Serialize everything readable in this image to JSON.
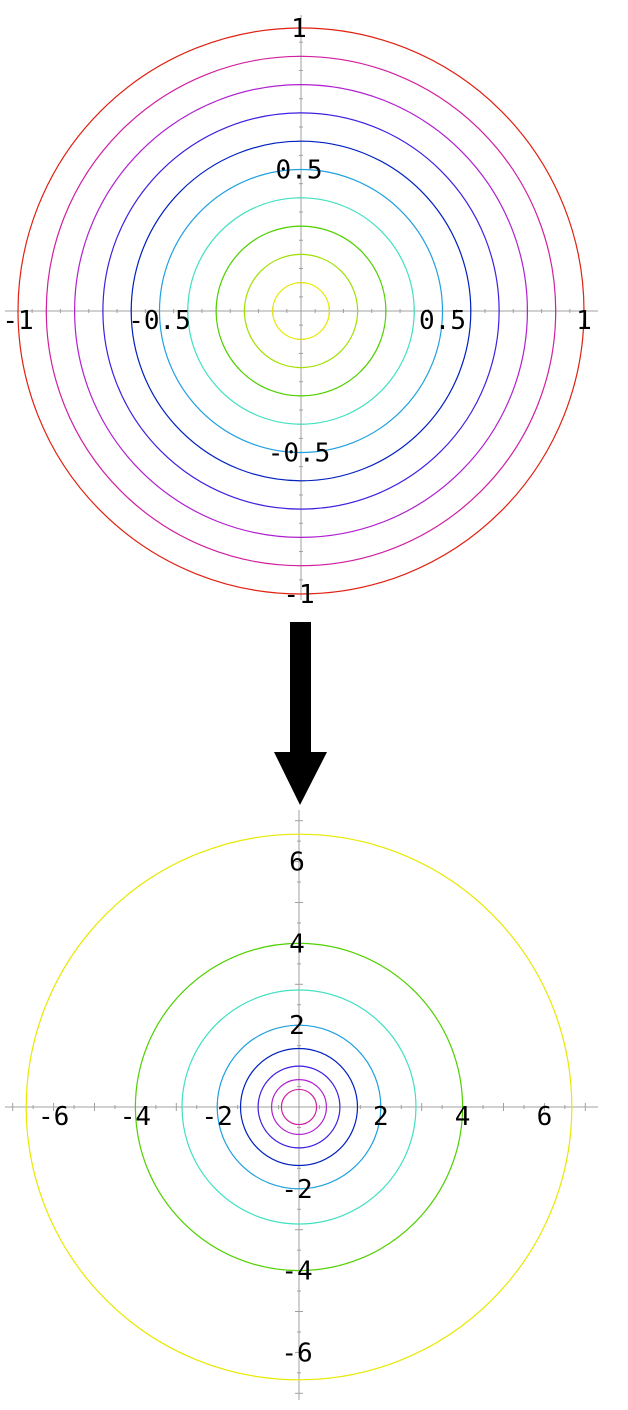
{
  "top_plot": {
    "axis_range": [
      -1,
      1
    ],
    "tick_labels": {
      "x": [
        {
          "value": -1,
          "text": "-1"
        },
        {
          "value": -0.5,
          "text": "-0.5"
        },
        {
          "value": 0.5,
          "text": "0.5"
        },
        {
          "value": 1,
          "text": "1"
        }
      ],
      "y": [
        {
          "value": 1,
          "text": "1"
        },
        {
          "value": 0.5,
          "text": "0.5"
        },
        {
          "value": -0.5,
          "text": "-0.5"
        },
        {
          "value": -1,
          "text": "-1"
        }
      ]
    },
    "circles": [
      {
        "r": 0.1,
        "color": "#e8e800"
      },
      {
        "r": 0.2,
        "color": "#a0e000"
      },
      {
        "r": 0.3,
        "color": "#50d000"
      },
      {
        "r": 0.4,
        "color": "#40e0c0"
      },
      {
        "r": 0.5,
        "color": "#20a0e0"
      },
      {
        "r": 0.6,
        "color": "#0020c0"
      },
      {
        "r": 0.7,
        "color": "#4020e0"
      },
      {
        "r": 0.8,
        "color": "#b020d0"
      },
      {
        "r": 0.9,
        "color": "#d020a0"
      },
      {
        "r": 1.0,
        "color": "#e02010"
      }
    ]
  },
  "arrow": {
    "direction": "down",
    "color": "#000000"
  },
  "bottom_plot": {
    "axis_range": [
      -7,
      7
    ],
    "tick_labels": {
      "x": [
        {
          "value": -6,
          "text": "-6"
        },
        {
          "value": -4,
          "text": "-4"
        },
        {
          "value": -2,
          "text": "-2"
        },
        {
          "value": 2,
          "text": "2"
        },
        {
          "value": 4,
          "text": "4"
        },
        {
          "value": 6,
          "text": "6"
        }
      ],
      "y": [
        {
          "value": 6,
          "text": "6"
        },
        {
          "value": 4,
          "text": "4"
        },
        {
          "value": 2,
          "text": "2"
        },
        {
          "value": -2,
          "text": "-2"
        },
        {
          "value": -4,
          "text": "-4"
        },
        {
          "value": -6,
          "text": "-6"
        }
      ]
    },
    "circles": [
      {
        "r": 0.43,
        "color": "#d020a0"
      },
      {
        "r": 0.67,
        "color": "#b020d0"
      },
      {
        "r": 1.0,
        "color": "#4020e0"
      },
      {
        "r": 1.43,
        "color": "#0020c0"
      },
      {
        "r": 2.0,
        "color": "#20a0e0"
      },
      {
        "r": 2.86,
        "color": "#40e0c0"
      },
      {
        "r": 4.0,
        "color": "#50d000"
      },
      {
        "r": 6.67,
        "color": "#e8e800"
      }
    ]
  }
}
